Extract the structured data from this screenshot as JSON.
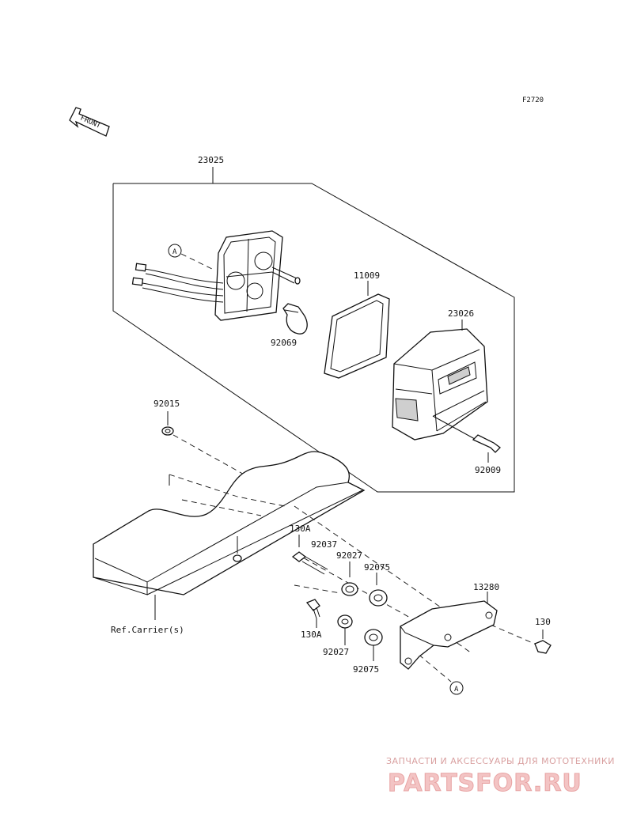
{
  "diagram": {
    "code": "F2720",
    "front_label": "FRONT",
    "callout_marker": "A",
    "parts": {
      "p23025": "23025",
      "p11009": "11009",
      "p23026": "23026",
      "p92069": "92069",
      "p92015": "92015",
      "p92009": "92009",
      "p130A_top": "130A",
      "p92037": "92037",
      "p92027_top": "92027",
      "p92075_top": "92075",
      "p13280": "13280",
      "p130": "130",
      "p130A_bottom": "130A",
      "p92027_bottom": "92027",
      "p92075_bottom": "92075"
    },
    "ref_label": "Ref.Carrier(s)"
  },
  "watermark": {
    "tagline": "ЗАПЧАСТИ И АКСЕССУАРЫ ДЛЯ МОТОТЕХНИКИ",
    "brand": "PARTSFOR.RU"
  }
}
